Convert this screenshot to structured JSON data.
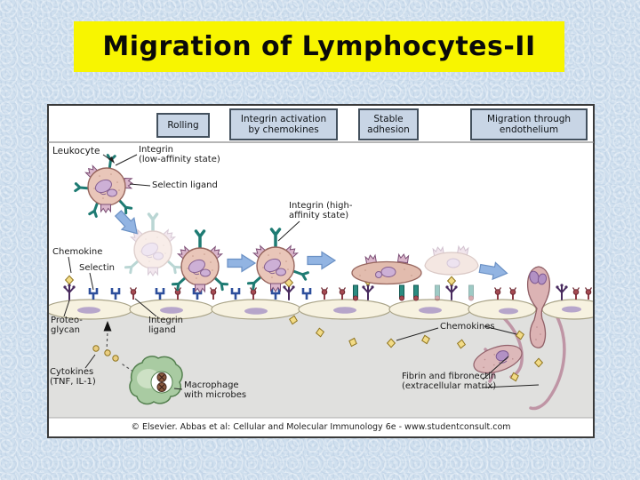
{
  "title": {
    "text": "Migration of Lymphocytes-II"
  },
  "stages": [
    {
      "label": "Rolling"
    },
    {
      "label": "Integrin activation\nby chemokines"
    },
    {
      "label": "Stable\nadhesion"
    },
    {
      "label": "Migration through\nendothelium"
    }
  ],
  "labels": {
    "leukocyte": "Leukocyte",
    "integrin_low": "Integrin\n(low-affinity state)",
    "selectin_ligand": "Selectin ligand",
    "integrin_high": "Integrin (high-\naffinity state)",
    "chemokine": "Chemokine",
    "selectin": "Selectin",
    "proteoglycan": "Proteo-\nglycan",
    "integrin_ligand": "Integrin\nligand",
    "cytokines": "Cytokines\n(TNF, IL-1)",
    "macrophage": "Macrophage\nwith microbes",
    "chemokines": "Chemokines",
    "fibrin": "Fibrin and fibronectin\n(extracellular matrix)"
  },
  "credit": "© Elsevier. Abbas et al: Cellular and Molecular Immunology 6e - www.studentconsult.com",
  "colors": {
    "slide_bg": "#cfdfee",
    "title_bg": "#f8f500",
    "stage_box_bg": "#c8d5e5",
    "panel_bg": "#ffffff",
    "endothelium": "#f7f2e0",
    "tissue_gray": "#e0e0de",
    "integrin_teal": "#1e7b73",
    "selectin_blue": "#2d4f9c",
    "selectin_ligand_pink": "#dab6cb",
    "integrin_ligand_red": "#a54a52",
    "proteoglycan_purple": "#482a5e",
    "chemokine_yellow": "#f2db86",
    "macrophage_green": "#a9cba2",
    "arrow_blue": "#92b4e2",
    "cell_pink": "#e9c6b9",
    "nucleus_purple": "#cdb0d6"
  }
}
